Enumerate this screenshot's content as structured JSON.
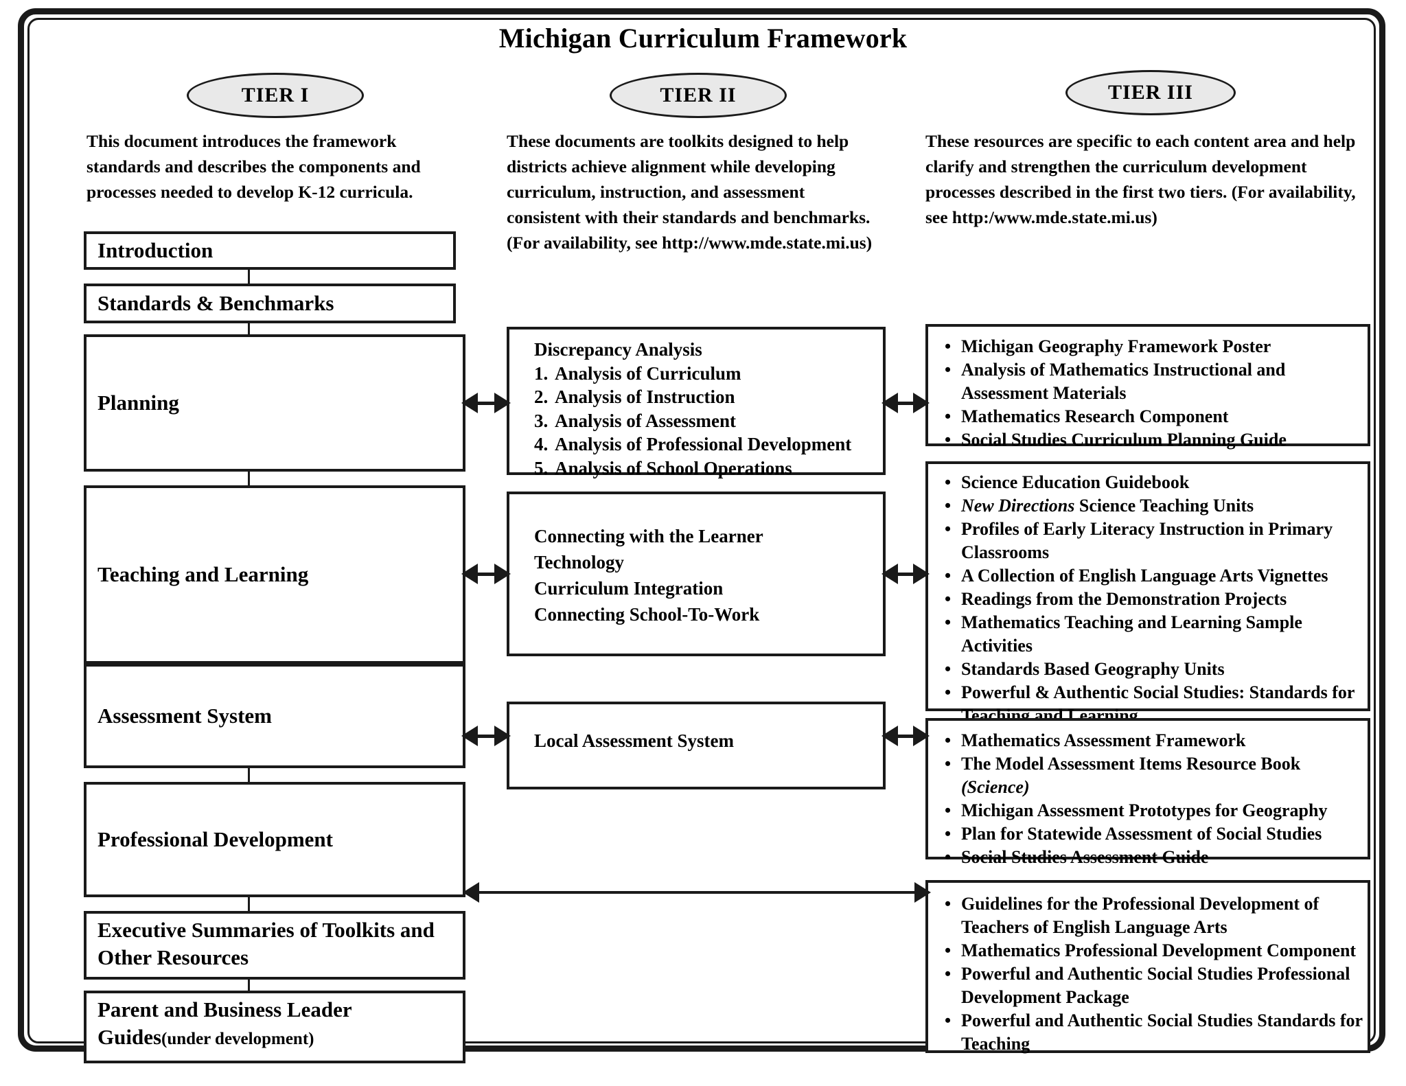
{
  "title": "Michigan Curriculum Framework",
  "tiers": [
    {
      "badge": "TIER I",
      "intro": "This document introduces the framework standards and describes the components and processes needed to develop K-12 curricula."
    },
    {
      "badge": "TIER II",
      "intro": "These documents are toolkits designed to help districts achieve alignment while developing curriculum, instruction, and assessment consistent with their standards and benchmarks. (For availability, see http://www.mde.state.mi.us)"
    },
    {
      "badge": "TIER III",
      "intro": "These resources are specific to each content area and help clarify and strengthen the curriculum development processes described in the first two tiers. (For availability, see http:/www.mde.state.mi.us)"
    }
  ],
  "tier1_boxes": {
    "introduction": "Introduction",
    "standards": "Standards & Benchmarks",
    "planning": "Planning",
    "teaching": "Teaching and Learning",
    "assessment": "Assessment System",
    "professional_development": "Professional Development",
    "executive_summaries": "Executive Summaries of Toolkits and Other Resources",
    "parent_guides": "Parent and Business Leader Guides",
    "parent_guides_note": "(under development)"
  },
  "tier2_boxes": {
    "discrepancy": {
      "heading": "Discrepancy Analysis",
      "items": [
        {
          "num": "1.",
          "text": "Analysis of Curriculum"
        },
        {
          "num": "2.",
          "text": "Analysis of Instruction"
        },
        {
          "num": "3.",
          "text": "Analysis of Assessment"
        },
        {
          "num": "4.",
          "text": "Analysis of Professional Development"
        },
        {
          "num": "5.",
          "text": "Analysis of School Operations"
        }
      ]
    },
    "teaching": {
      "lines": [
        "Connecting with the Learner",
        "Technology",
        "Curriculum Integration",
        "Connecting School-To-Work"
      ]
    },
    "assessment": {
      "label": "Local Assessment System"
    }
  },
  "tier3_boxes": {
    "planning": [
      "Michigan Geography Framework Poster",
      "Analysis of Mathematics Instructional and Assessment Materials",
      "Mathematics Research Component",
      "Social Studies Curriculum Planning Guide"
    ],
    "teaching": [
      {
        "pre": "",
        "italic": "",
        "post": "Science Education Guidebook"
      },
      {
        "pre": "",
        "italic": "New Directions",
        "post": " Science Teaching Units"
      },
      {
        "pre": "",
        "italic": "",
        "post": "Profiles of Early Literacy Instruction in Primary Classrooms"
      },
      {
        "pre": "",
        "italic": "",
        "post": "A Collection of English Language Arts Vignettes"
      },
      {
        "pre": "",
        "italic": "",
        "post": "Readings from the Demonstration Projects"
      },
      {
        "pre": "",
        "italic": "",
        "post": "Mathematics Teaching and Learning Sample Activities"
      },
      {
        "pre": "",
        "italic": "",
        "post": "Standards Based Geography Units"
      },
      {
        "pre": "",
        "italic": "",
        "post": "Powerful & Authentic Social Studies:  Standards for Teaching and Learning"
      }
    ],
    "assessment": [
      {
        "pre": "Mathematics Assessment Framework",
        "italic": "",
        "post": ""
      },
      {
        "pre": "The Model Assessment Items Resource Book ",
        "italic": "(Science)",
        "post": ""
      },
      {
        "pre": "Michigan Assessment Prototypes for Geography",
        "italic": "",
        "post": ""
      },
      {
        "pre": " Plan for Statewide Assessment of Social Studies",
        "italic": "",
        "post": ""
      },
      {
        "pre": "Social Studies Assessment Guide",
        "italic": "",
        "post": ""
      }
    ],
    "professional_development": [
      "Guidelines for the Professional Development of Teachers of English Language Arts",
      "Mathematics Professional Development Component",
      "Powerful and Authentic Social Studies Professional Development Package",
      "Powerful and Authentic Social Studies Standards for Teaching"
    ]
  },
  "colors": {
    "ink": "#1a1a1a",
    "ellipse_fill": "#e9e9e9",
    "page_bg": "#ffffff"
  },
  "bullet_glyph": "•"
}
